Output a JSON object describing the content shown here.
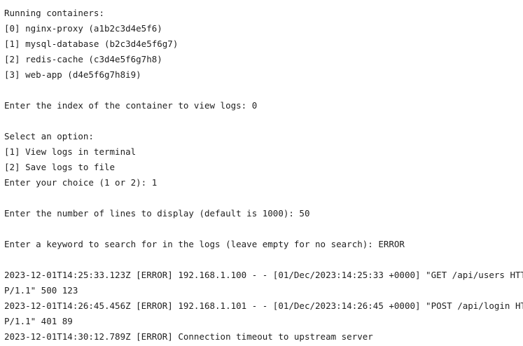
{
  "terminal": {
    "header": "Running containers:",
    "containers": [
      "[0] nginx-proxy (a1b2c3d4e5f6)",
      "[1] mysql-database (b2c3d4e5f6g7)",
      "[2] redis-cache (c3d4e5f6g7h8)",
      "[3] web-app (d4e5f6g7h8i9)"
    ],
    "prompt_index": "Enter the index of the container to view logs: 0",
    "select_option": "Select an option:",
    "options": [
      "[1] View logs in terminal",
      "[2] Save logs to file"
    ],
    "prompt_choice": "Enter your choice (1 or 2): 1",
    "prompt_lines": "Enter the number of lines to display (default is 1000): 50",
    "prompt_keyword": "Enter a keyword to search for in the logs (leave empty for no search): ERROR",
    "log_lines": [
      "2023-12-01T14:25:33.123Z [ERROR] 192.168.1.100 - - [01/Dec/2023:14:25:33 +0000] \"GET /api/users HTT",
      "P/1.1\" 500 123",
      "2023-12-01T14:26:45.456Z [ERROR] 192.168.1.101 - - [01/Dec/2023:14:26:45 +0000] \"POST /api/login HTT",
      "P/1.1\" 401 89",
      "2023-12-01T14:30:12.789Z [ERROR] Connection timeout to upstream server"
    ]
  }
}
